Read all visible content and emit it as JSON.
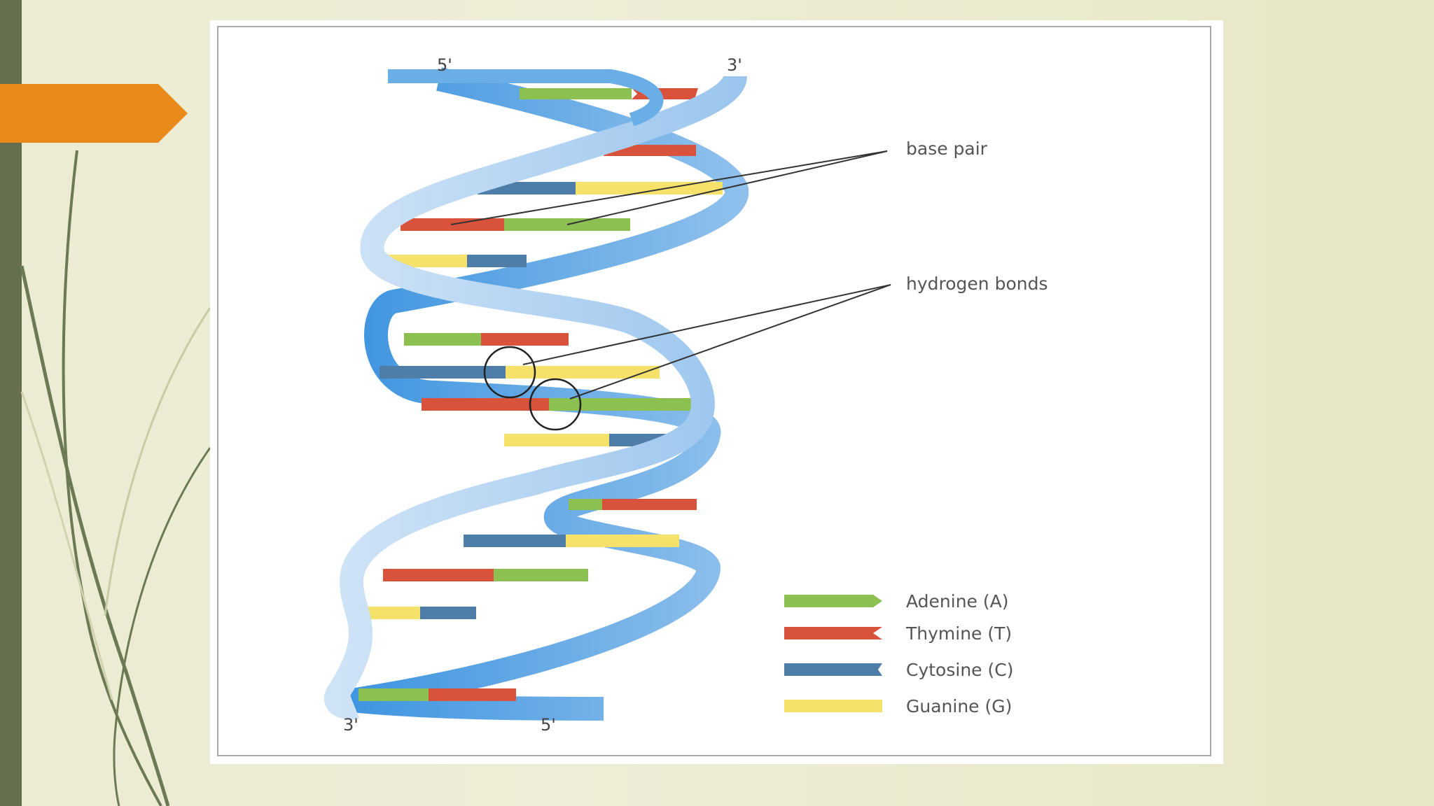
{
  "slide": {
    "accent_color": "#e8891a",
    "sidebar_color": "#66704f"
  },
  "diagram": {
    "strand_ends": {
      "top_left": "5'",
      "top_right": "3'",
      "bottom_left": "3'",
      "bottom_right": "5'"
    },
    "callouts": {
      "base_pair": "base pair",
      "hydrogen_bonds": "hydrogen bonds"
    },
    "legend": [
      {
        "label": "Adenine (A)",
        "color": "#8cc152"
      },
      {
        "label": "Thymine (T)",
        "color": "#d9533c"
      },
      {
        "label": "Cytosine (C)",
        "color": "#4e7ea8"
      },
      {
        "label": "Guanine (G)",
        "color": "#f6e26b"
      }
    ],
    "colors": {
      "backbone_light": "#a9cdee",
      "backbone_dark": "#5aa6e6"
    }
  }
}
